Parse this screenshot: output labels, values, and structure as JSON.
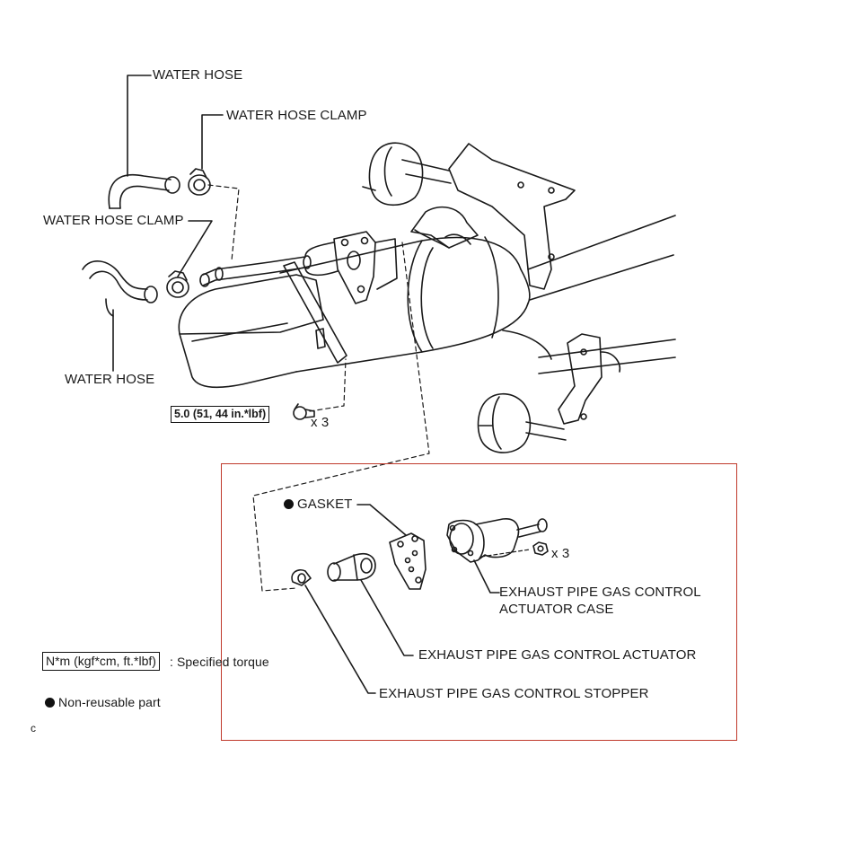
{
  "labels": {
    "water_hose_top": "WATER HOSE",
    "water_hose_clamp_top": "WATER HOSE CLAMP",
    "water_hose_clamp_mid": "WATER HOSE CLAMP",
    "water_hose_bottom": "WATER HOSE",
    "torque_value": "5.0 (51, 44 in.*lbf)",
    "bolt_qty": "x 3",
    "gasket": "GASKET",
    "nut_qty": "x 3",
    "actuator_case_line1": "EXHAUST PIPE GAS CONTROL",
    "actuator_case_line2": "ACTUATOR CASE",
    "actuator": "EXHAUST PIPE GAS CONTROL ACTUATOR",
    "stopper": "EXHAUST PIPE GAS CONTROL STOPPER",
    "corner_mark": "c"
  },
  "legend": {
    "torque_unit": "N*m (kgf*cm, ft.*lbf)",
    "torque_desc": ": Specified torque",
    "nonreusable_desc": "Non-reusable part"
  },
  "colors": {
    "line": "#1a1a1a",
    "highlight": "#c0392b"
  }
}
